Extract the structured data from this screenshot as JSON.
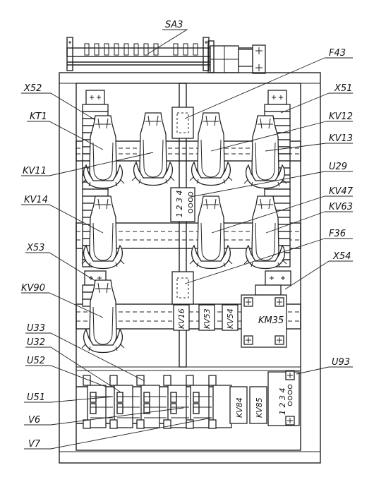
{
  "labels": {
    "SA3": "SA3",
    "F43": "F43",
    "X52": "X52",
    "X51": "X51",
    "KT1": "KT1",
    "KV12": "KV12",
    "KV13": "KV13",
    "KV11": "KV11",
    "U29": "U29",
    "KV14": "KV14",
    "KV47": "KV47",
    "KV63": "KV63",
    "F36": "F36",
    "X53": "X53",
    "X54": "X54",
    "KV90": "KV90",
    "U33": "U33",
    "U32": "U32",
    "U52": "U52",
    "U51": "U51",
    "V6": "V6",
    "V7": "V7",
    "U93": "U93"
  },
  "components": {
    "kv16": "KV16",
    "kv53": "KV53",
    "kv54": "KV54",
    "km35": "KM35",
    "kv84": "KV84",
    "kv85": "KV85",
    "u29_digits": "1 2 3 4",
    "u93_digits": "1 2 3 4"
  }
}
